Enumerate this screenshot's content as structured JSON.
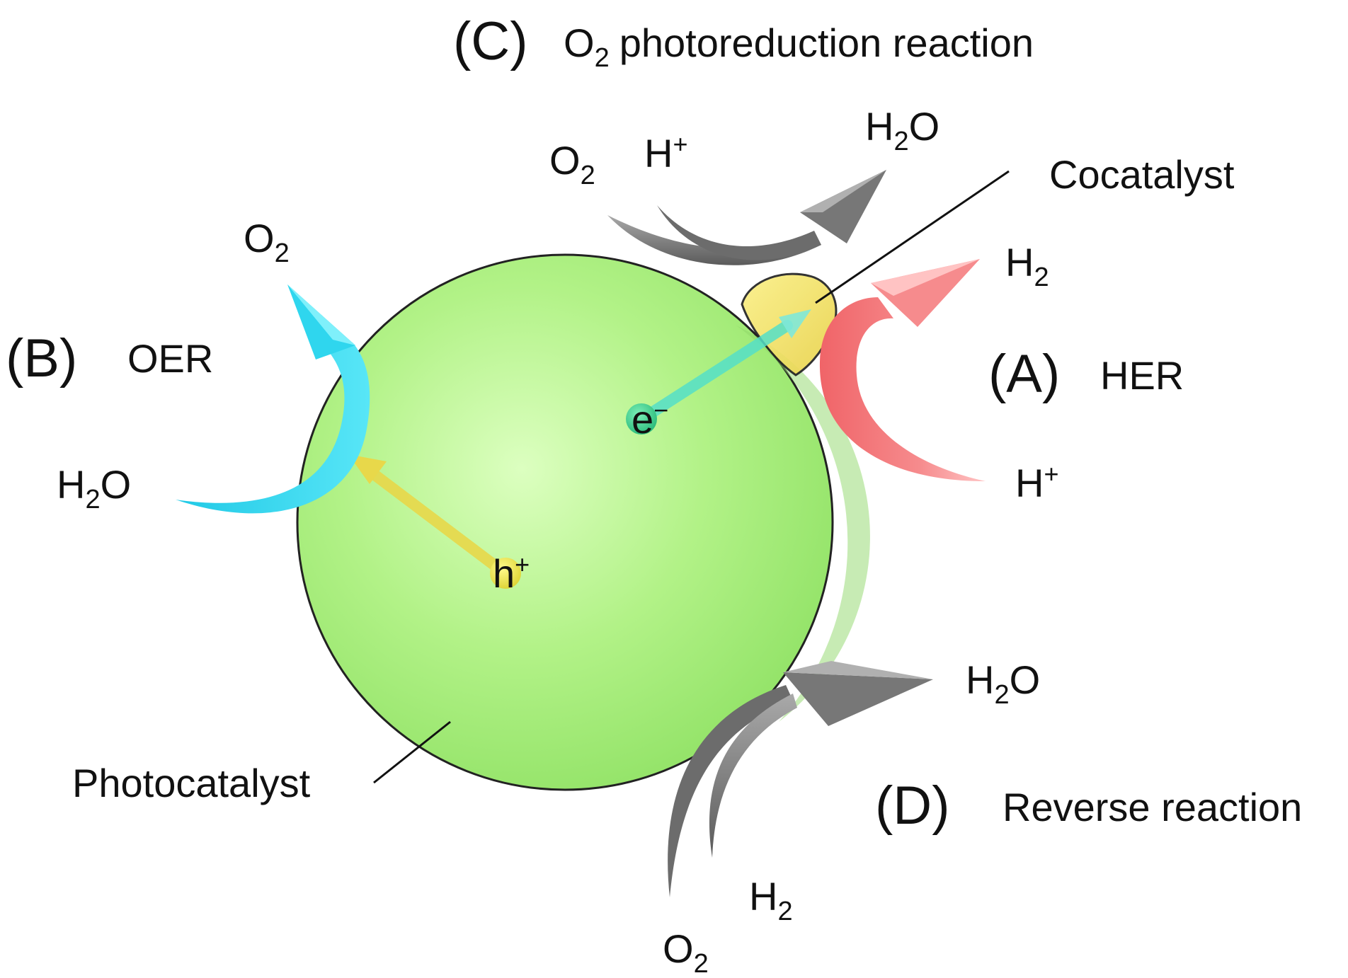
{
  "labels": {
    "c_letter": "(C)",
    "c_o2": "O",
    "c_o2_sub": "2",
    "c_title": "photoreduction reaction",
    "c_reactant_o2": "O",
    "c_reactant_o2_sub": "2",
    "c_reactant_h": "H",
    "c_reactant_h_sup": "+",
    "c_product_h2o_h": "H",
    "c_product_h2o_sub": "2",
    "c_product_h2o_o": "O",
    "cocatalyst": "Cocatalyst",
    "a_letter": "(A)",
    "a_title": "HER",
    "a_product_h": "H",
    "a_product_sub": "2",
    "a_reactant_h": "H",
    "a_reactant_sup": "+",
    "b_letter": "(B)",
    "b_title": "OER",
    "b_product_o": "O",
    "b_product_sub": "2",
    "b_reactant_h": "H",
    "b_reactant_sub": "2",
    "b_reactant_o": "O",
    "electron": "e",
    "electron_sup": "−",
    "hole": "h",
    "hole_sup": "+",
    "photocatalyst": "Photocatalyst",
    "d_letter": "(D)",
    "d_title": "Reverse reaction",
    "d_product_h": "H",
    "d_product_sub": "2",
    "d_product_o": "O",
    "d_reactant_h": "H",
    "d_reactant_h_sub": "2",
    "d_reactant_o": "O",
    "d_reactant_o_sub": "2"
  },
  "colors": {
    "sphere": "#a6f07a",
    "sphere_highlight": "#dcffc0",
    "cocatalyst": "#f2e15e",
    "her_arrow": "#f47a7c",
    "oer_arrow": "#2fd6ee",
    "gray_arrow": "#7d7d7d",
    "electron_dot": "#3fcf8f",
    "hole_dot": "#f1ec4c",
    "electron_path": "#55e0c8",
    "hole_path": "#e8d84a"
  }
}
